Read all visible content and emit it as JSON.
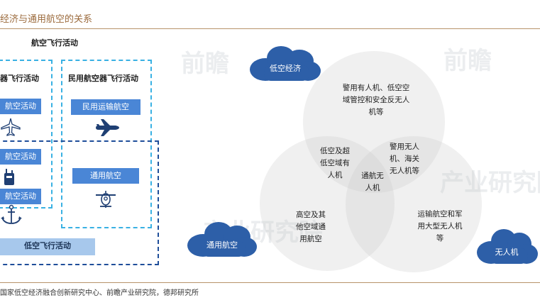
{
  "header": {
    "title": "经济与通用航空的关系",
    "accent_color": "#9b6a3c"
  },
  "left_panel": {
    "title": "航空飞行活动",
    "civil_group_title": "器飞行活动",
    "civil_aviation_title": "民用航空器飞行活动",
    "civil_transport_label": "民用运输航空",
    "general_aviation_label": "通用航空",
    "left_labels": [
      "航空活动",
      "航空活动",
      "航空活动"
    ],
    "low_altitude_label": "低空飞行活动",
    "icons": [
      "airplane-outline-icon",
      "airplane-filled-icon",
      "radio-tower-icon",
      "anchor-icon",
      "small-plane-icon"
    ]
  },
  "venn": {
    "top_text": [
      "警用有人机、低空空",
      "域管控和安全反无人",
      "机等"
    ],
    "left_top_overlap": [
      "低空及超",
      "低空域有",
      "人机"
    ],
    "right_top_overlap": [
      "警用无人",
      "机、海关",
      "无人机等"
    ],
    "center_overlap": [
      "通航无",
      "人机"
    ],
    "left_text": [
      "高空及其",
      "他空域通",
      "用航空"
    ],
    "right_text": [
      "运输航空和军",
      "用大型无人机",
      "等"
    ]
  },
  "clouds": {
    "low_altitude_economy": "低空经济",
    "general_aviation": "通用航空",
    "uav": "无人机"
  },
  "watermarks": [
    "前瞻",
    "产业研究院"
  ],
  "source": "国家低空经济融合创新研究中心、前瞻产业研究院，德邦研究所"
}
